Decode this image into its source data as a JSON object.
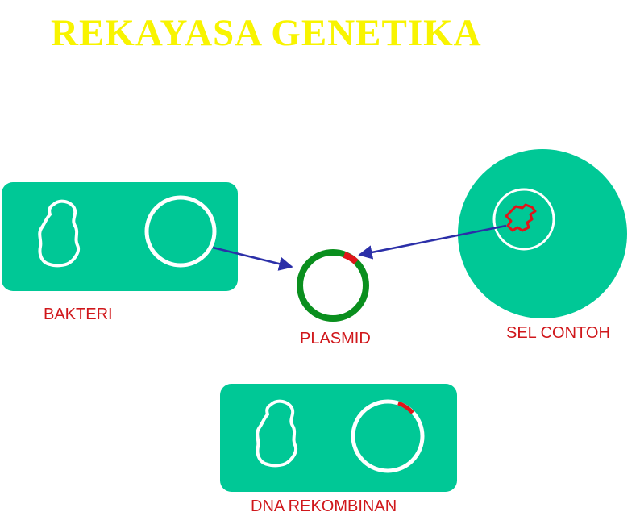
{
  "title": "REKAYASA GENETIKA",
  "labels": {
    "bakteri": "BAKTERI",
    "plasmid": "PLASMID",
    "sel_contoh": "SEL CONTOH",
    "dna_rekombinan": "DNA REKOMBINAN"
  },
  "colors": {
    "title": "#f8f400",
    "cell_fill": "#00c896",
    "plasmid_ring": "#0a8f1e",
    "gene_insert": "#e0151a",
    "arrow": "#2b2fa8",
    "label_text": "#d0171b",
    "outline": "#ffffff"
  }
}
